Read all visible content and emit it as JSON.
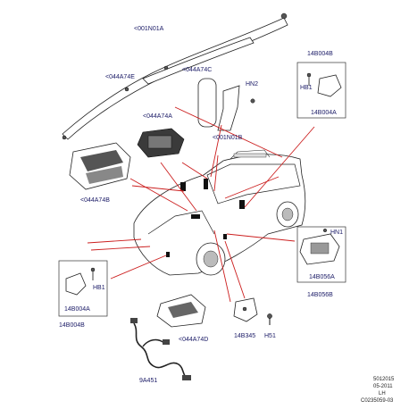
{
  "labels": {
    "curtain_airbag_lh": "<001N01A",
    "curtain_airbag_rh": "<044A74E",
    "driver_airbag": "<044A74A",
    "passenger_airbag": "<044A74B",
    "knee_airbag_top": "<044A74C",
    "nut_hn2": "HN2",
    "bracket": "<001N01B",
    "side_airbag": "<044A74D",
    "bracket_14b345": "14B345",
    "bolt_h51": "H51",
    "harness": "9A451",
    "sensor_top_label": "14B004B",
    "sensor_top_hb1": "HB1",
    "sensor_top_part": "14B004A",
    "module_hn1": "HN1",
    "module_part": "14B056A",
    "module_assembly": "14B056B",
    "sensor_left_hb1": "HB1",
    "sensor_left_part": "14B004A",
    "sensor_left_assembly": "14B004B"
  },
  "footer": {
    "line1": "5012015",
    "line2": "05-2011",
    "line3": "LH",
    "line4": "C0235059-03"
  },
  "colors": {
    "leader": "#cc1f1f",
    "label": "#1a1a66",
    "outline": "#222222"
  }
}
